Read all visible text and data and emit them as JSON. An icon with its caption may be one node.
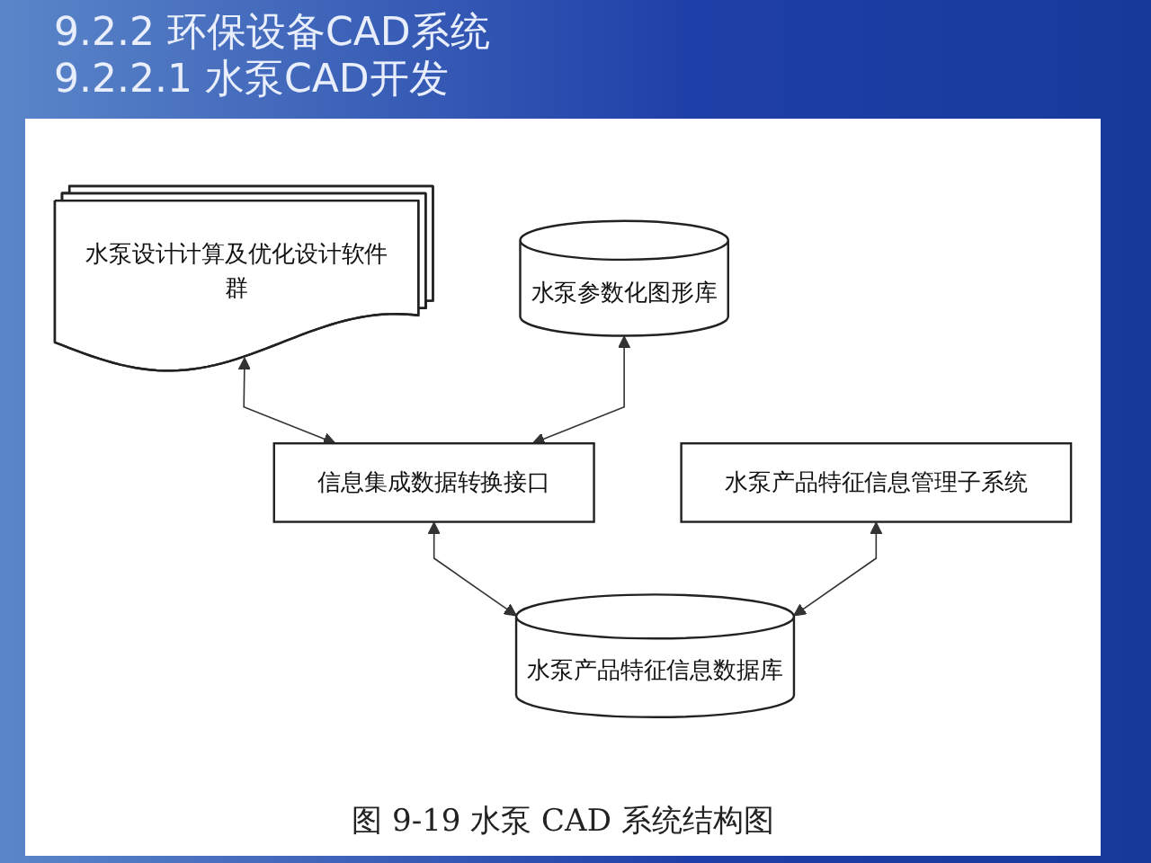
{
  "diagram": {
    "title": "9.2.2 环保设备CAD系统",
    "nodes": [
      {
        "text": [
          "水泵设计计算及优化设计软件群"
        ]
      },
      {
        "text": [
          "水泵参数化图形库"
        ]
      },
      {
        "text": [
          "信息集成数据转换接口"
        ]
      },
      {
        "text": [
          "水泵产品特征信息管理子系统"
        ]
      },
      {
        "text": [
          "水泵产品特征信息数据库"
        ]
      }
    ],
    "edges": [
      {
        "from": 0,
        "to": 2,
        "arrow": "both"
      },
      {
        "from": 1,
        "to": 2,
        "arrow": "both"
      },
      {
        "from": 2,
        "to": 4,
        "arrow": "both"
      },
      {
        "from": 3,
        "to": 4,
        "arrow": "both"
      }
    ],
    "labels": [
      "9.2.2.1 水泵CAD开发"
    ],
    "caption": "图 9-19 水泵 CAD 系统结构图"
  }
}
